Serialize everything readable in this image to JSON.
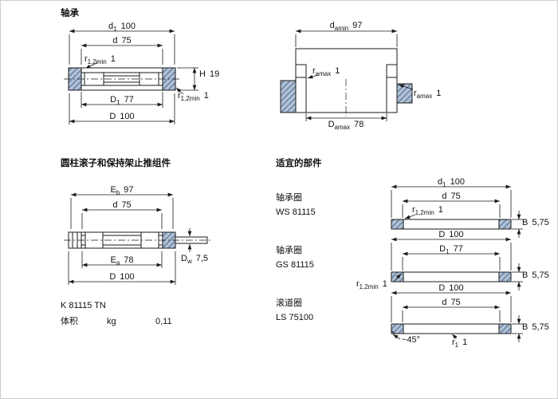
{
  "colors": {
    "line": "#1a1a1a",
    "hatch_fill": "#b2c3d8",
    "hatch_stroke": "#68809f"
  },
  "bearing": {
    "title": "轴承",
    "dims": {
      "d1": {
        "base": "d",
        "sub": "1",
        "value": "100"
      },
      "d": {
        "base": "d",
        "sub": "",
        "value": "75"
      },
      "r_top": {
        "base": "r",
        "sub": "1,2min",
        "value": "1"
      },
      "H": {
        "base": "H",
        "sub": "",
        "value": "19"
      },
      "r_bottom": {
        "base": "r",
        "sub": "1,2min",
        "value": "1"
      },
      "D1": {
        "base": "D",
        "sub": "1",
        "value": "77"
      },
      "D": {
        "base": "D",
        "sub": "",
        "value": "100"
      }
    }
  },
  "abutment": {
    "dims": {
      "damin": {
        "base": "d",
        "sub": "amin",
        "value": "97"
      },
      "ramax_top": {
        "base": "r",
        "sub": "amax",
        "value": "1"
      },
      "ramax_side": {
        "base": "r",
        "sub": "amax",
        "value": "1"
      },
      "Damax": {
        "base": "D",
        "sub": "amax",
        "value": "78"
      }
    }
  },
  "assembly": {
    "title": "圆柱滚子和保持架止推组件",
    "dims": {
      "Eb": {
        "base": "E",
        "sub": "b",
        "value": "97"
      },
      "d": {
        "base": "d",
        "sub": "",
        "value": "75"
      },
      "Dw": {
        "base": "D",
        "sub": "w",
        "value": "7,5"
      },
      "Ea": {
        "base": "E",
        "sub": "a",
        "value": "78"
      },
      "D": {
        "base": "D",
        "sub": "",
        "value": "100"
      }
    },
    "designation": "K 81115 TN",
    "mass": {
      "label": "体积",
      "unit": "kg",
      "value": "0,11"
    }
  },
  "parts": {
    "title": "适宜的部件",
    "items": [
      {
        "type": "轴承圈",
        "designation": "WS 81115",
        "dims": {
          "outer": {
            "base": "d",
            "sub": "1",
            "value": "100"
          },
          "inner": {
            "base": "d",
            "sub": "",
            "value": "75"
          },
          "r": {
            "base": "r",
            "sub": "1,2min",
            "value": "1"
          },
          "B": {
            "base": "B",
            "sub": "",
            "value": "5,75"
          }
        }
      },
      {
        "type": "轴承圈",
        "designation": "GS 81115",
        "dims": {
          "outer": {
            "base": "D",
            "sub": "",
            "value": "100"
          },
          "inner": {
            "base": "D",
            "sub": "1",
            "value": "77"
          },
          "r": {
            "base": "r",
            "sub": "1,2min",
            "value": "1"
          },
          "B": {
            "base": "B",
            "sub": "",
            "value": "5,75"
          }
        }
      },
      {
        "type": "滚道圈",
        "designation": "LS 75100",
        "dims": {
          "outer": {
            "base": "D",
            "sub": "",
            "value": "100"
          },
          "inner": {
            "base": "d",
            "sub": "",
            "value": "75"
          },
          "angle": {
            "value": "~45°"
          },
          "r1": {
            "base": "r",
            "sub": "1",
            "value": "1"
          },
          "B": {
            "base": "B",
            "sub": "",
            "value": "5,75"
          }
        }
      }
    ]
  }
}
